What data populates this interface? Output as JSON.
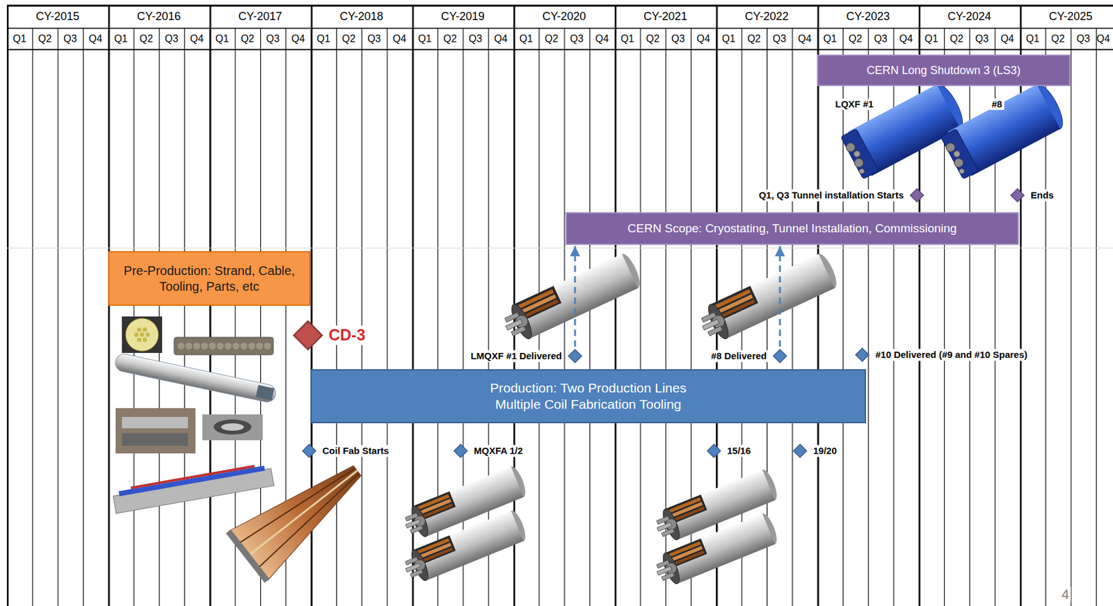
{
  "diagram": {
    "nodes": [
      {
        "text": [
          "CERN Long Shutdown 3 (LS3)"
        ]
      },
      {
        "text": [
          "Q1, Q3 Tunnel installation Starts"
        ]
      },
      {
        "text": [
          "Ends"
        ]
      },
      {
        "text": [
          "CERN Scope: Cryostating, Tunnel Installation, Commissioning"
        ]
      },
      {
        "text": [
          "Pre-Production: Strand, Cable, Tooling, Parts, etc"
        ]
      },
      {
        "text": [
          "CD-3"
        ]
      },
      {
        "text": [
          "LMQXF #1 Delivered"
        ]
      },
      {
        "text": [
          "#8 Delivered"
        ]
      },
      {
        "text": [
          "#10 Delivered (#9 and #10 Spares)"
        ]
      },
      {
        "text": [
          "Production: Two Production Lines Multiple Coil Fabrication Tooling"
        ]
      },
      {
        "text": [
          "Coil Fab Starts"
        ]
      },
      {
        "text": [
          "MQXFA 1/2"
        ]
      },
      {
        "text": [
          "15/16"
        ]
      },
      {
        "text": [
          "19/20"
        ]
      }
    ],
    "edges": [
      {
        "from": 6,
        "to": 3,
        "arrow": "to"
      },
      {
        "from": 7,
        "to": 3,
        "arrow": "to"
      }
    ],
    "labels": [
      "CY-2015",
      "CY-2016",
      "CY-2017",
      "CY-2018",
      "CY-2019",
      "CY-2020",
      "CY-2021",
      "CY-2022",
      "CY-2023",
      "CY-2024",
      "CY-2025",
      "Q1",
      "Q2",
      "Q3",
      "Q4",
      "Q1",
      "Q2",
      "Q3",
      "Q4",
      "Q1",
      "Q2",
      "Q3",
      "Q4",
      "Q1",
      "Q2",
      "Q3",
      "Q4",
      "Q1",
      "Q2",
      "Q3",
      "Q4",
      "Q1",
      "Q2",
      "Q3",
      "Q4",
      "Q1",
      "Q2",
      "Q3",
      "Q4",
      "Q1",
      "Q2",
      "Q3",
      "Q4",
      "Q1",
      "Q2",
      "Q3",
      "Q4",
      "Q1",
      "Q2",
      "Q3",
      "Q4",
      "Q1",
      "Q2",
      "Q3",
      "Q4",
      "LQXF #1",
      "#8",
      "4"
    ]
  }
}
